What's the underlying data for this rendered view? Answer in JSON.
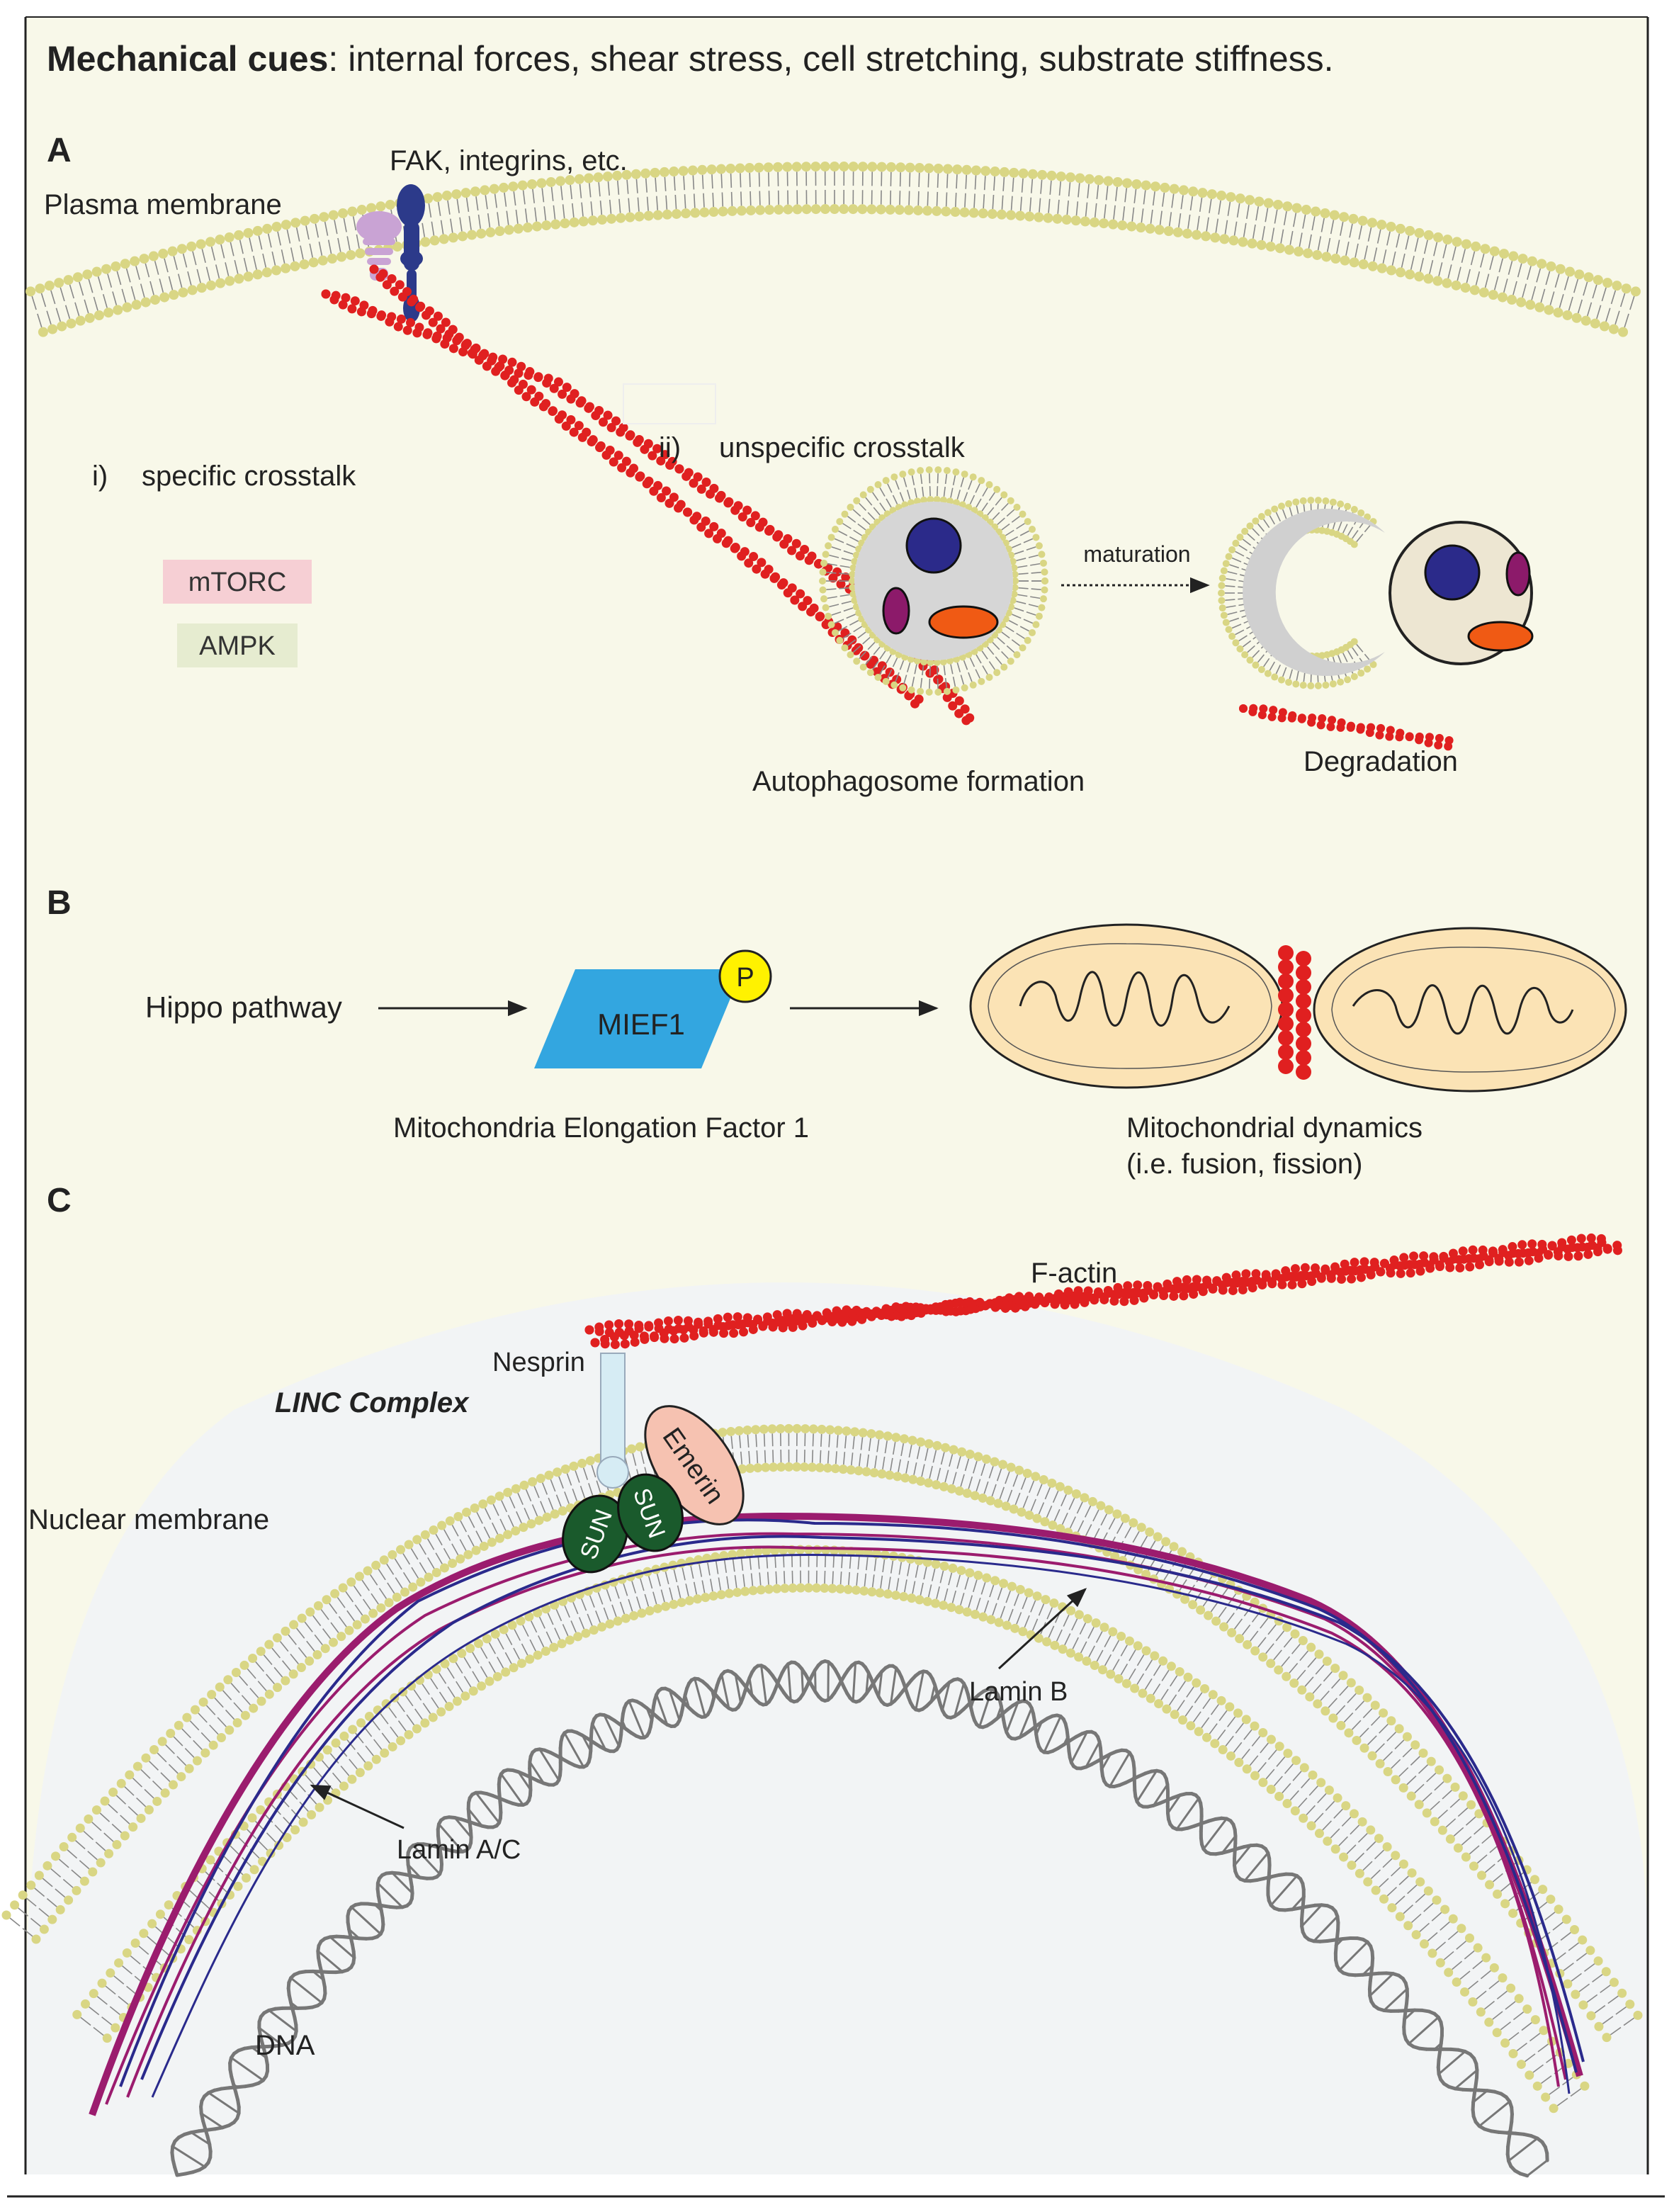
{
  "colors": {
    "background": "#f8f8e9",
    "nucleoplasm": "#f2f4f5",
    "lipid_head": "#d9d684",
    "lipid_tail": "#888888",
    "actin": "#e02020",
    "lamin_magenta": "#9b1c6e",
    "lamin_blue": "#2a2a8c",
    "mtorc": "#f6cfd4",
    "ampk": "#e6ecd0",
    "mief1": "#33a6e0",
    "phospho": "#fff200",
    "mito_fill": "#fbe3b5",
    "sun": "#1a5a2c",
    "emerin": "#f6c2b1",
    "nesprin": "#d6ecf4",
    "receptor_purple": "#c9a3d4",
    "receptor_navy": "#2c3a8a",
    "organelle_navy": "#2b2a8a",
    "organelle_magenta": "#8c1a6a",
    "organelle_orange": "#f05a14"
  },
  "header": {
    "bold": "Mechanical cues",
    "rest": ": internal forces, shear stress, cell stretching, substrate stiffness."
  },
  "panel_a": {
    "letter": "A",
    "plasma_membrane": "Plasma membrane",
    "receptors": "FAK, integrins, etc.",
    "specific_num": "i)",
    "specific": "specific crosstalk",
    "unspecific_num": "ii)",
    "unspecific": "unspecific crosstalk",
    "mtorc": "mTORC",
    "ampk": "AMPK",
    "maturation": "maturation",
    "autophagosome": "Autophagosome formation",
    "degradation": "Degradation"
  },
  "panel_b": {
    "letter": "B",
    "hippo": "Hippo pathway",
    "mief1": "MIEF1",
    "phospho": "P",
    "mief1_full": "Mitochondria Elongation Factor 1",
    "mito_dynamics": "Mitochondrial dynamics",
    "mito_dynamics_sub": "(i.e. fusion, fission)"
  },
  "panel_c": {
    "letter": "C",
    "factin": "F-actin",
    "nesprin": "Nesprin",
    "linc": "LINC Complex",
    "emerin": "Emerin",
    "sun": "SUN",
    "nuclear_membrane": "Nuclear membrane",
    "lamin_b": "Lamin B",
    "lamin_ac": "Lamin A/C",
    "dna": "DNA"
  }
}
